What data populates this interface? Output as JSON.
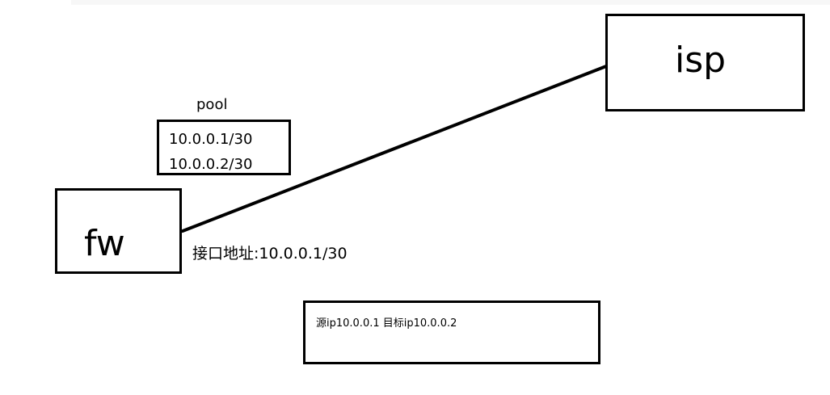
{
  "nodes": {
    "isp": {
      "label": "isp"
    },
    "fw": {
      "label": "fw"
    }
  },
  "pool": {
    "title": "pool",
    "addresses": [
      "10.0.0.1/30",
      "10.0.0.2/30"
    ]
  },
  "interface": {
    "label": "接口地址:10.0.0.1/30"
  },
  "flow": {
    "text": "源ip10.0.0.1 目标ip10.0.0.2"
  }
}
